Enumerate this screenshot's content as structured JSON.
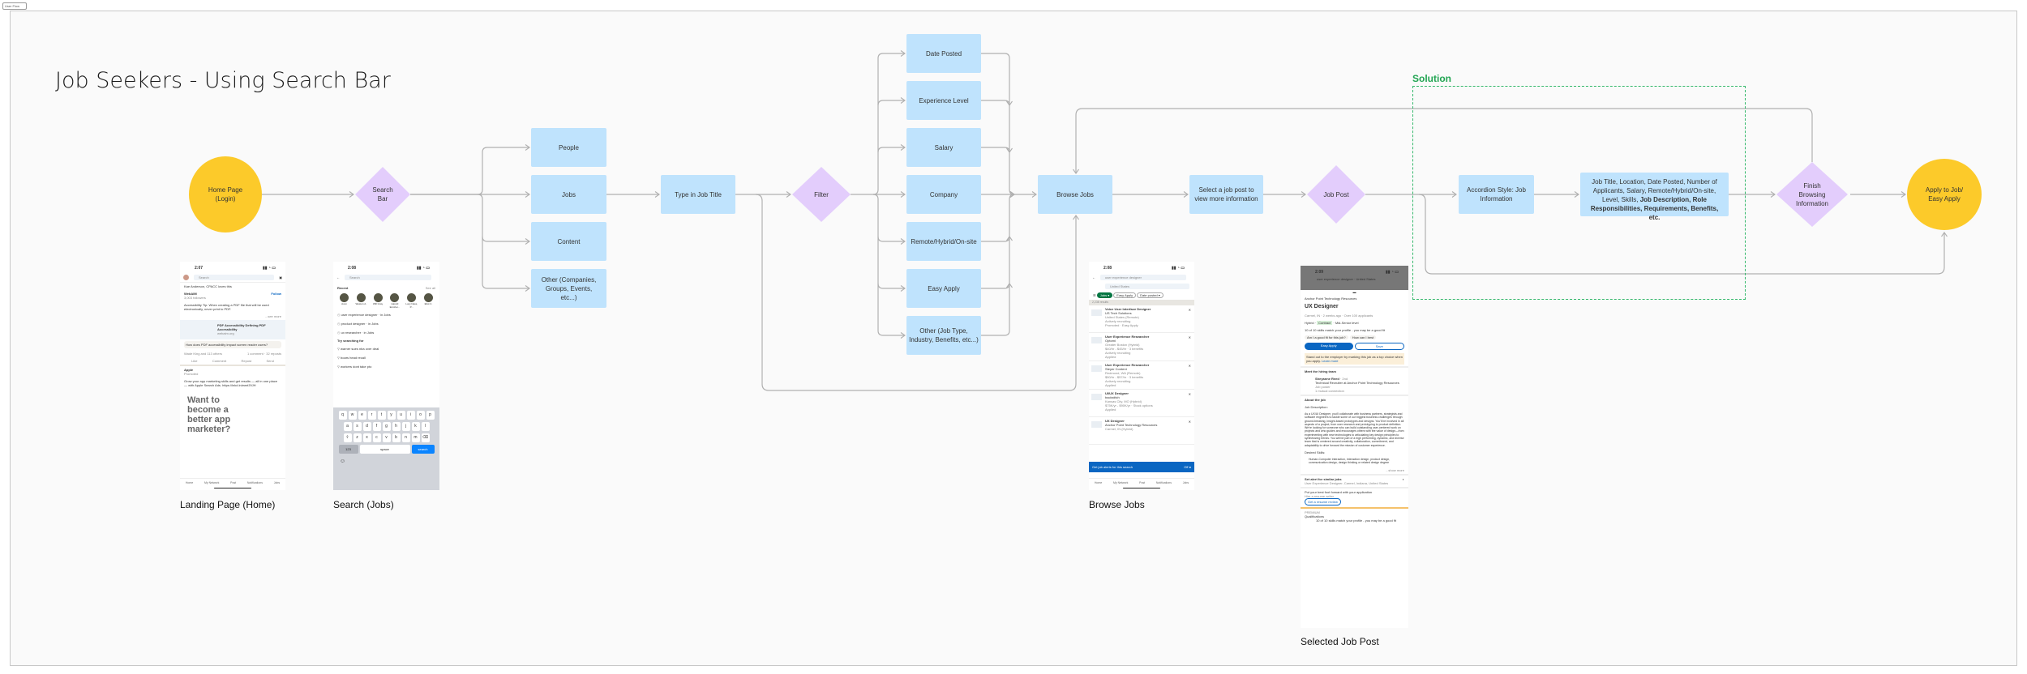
{
  "tag": "User Flow",
  "title": "Job Seekers - Using Search Bar",
  "solution_label": "Solution",
  "colors": {
    "process": "#bfe3fd",
    "decision": "#e3cdfc",
    "terminal": "#fcca2a",
    "solution": "#35b86b",
    "connector": "#b0b0b0"
  },
  "nodes": {
    "home": "Home Page (Login)",
    "search_bar": "Search Bar",
    "people": "People",
    "jobs": "Jobs",
    "content": "Content",
    "other_search": "Other (Companies, Groups, Events, etc...)",
    "type_title": "Type in Job Title",
    "filter": "Filter",
    "filters": [
      "Date Posted",
      "Experience Level",
      "Salary",
      "Company",
      "Remote/Hybrid/On-site",
      "Easy Apply",
      "Other (Job Type, Industry, Benefits, etc...)"
    ],
    "browse": "Browse Jobs",
    "select": "Select a job post to view more information",
    "job_post": "Job Post",
    "accordion": "Accordion Style: Job Information",
    "job_info_plain": "Job Title, Location, Date Posted, Number of Applicants, Salary, Remote/Hybrid/On-site, Level, Skills, ",
    "job_info_bold": "Job Description, Role Responsibilities, Requirements, Benefits, etc.",
    "finish": "Finish Browsing Information",
    "apply": "Apply to Job/ Easy Apply"
  },
  "screens": {
    "landing": {
      "label": "Landing Page (Home)",
      "time": "2:07",
      "search": "Search",
      "actor": "Kae Anderson, CPACC loves this",
      "org": "WebAIM",
      "followers": "3,003 followers",
      "follow": "Follow",
      "post": "Accessibility Tip: When creating a PDF file that will be used electronically, never print to PDF.",
      "see_more": "...see more",
      "link_title": "PDF Accessibility Defining PDF Accessibility",
      "link_domain": "webaim.org",
      "prompt": "How does PDF accessibility impact screen reader users?",
      "reactions": "Wade King and 113 others",
      "stats": "1 comment · 32 reposts",
      "actions": [
        "Like",
        "Comment",
        "Repost",
        "Send"
      ],
      "ad_org": "Apple",
      "promoted": "Promoted",
      "ad_text": "Grow your app marketing skills and get results — all in one place — with Apple Search Ads. https://lnkd.in/ewrfJ9JH",
      "ad_headline": "Want to become a better app marketer?",
      "nav": [
        "Home",
        "My Network",
        "Post",
        "Notifications",
        "Jobs"
      ]
    },
    "search": {
      "label": "Search (Jobs)",
      "time": "2:08",
      "search": "Search",
      "recent": "Recent",
      "see_all": "See all",
      "people": [
        "Axon",
        "Weston A.",
        "Will Gray",
        "Harold Emshei...",
        "Lucy Nass, P...",
        "Eliot C."
      ],
      "recent_items": [
        "user experience designer · in Jobs",
        "product designer · in Jobs",
        "ux researcher · in Jobs"
      ],
      "try": "Try searching for",
      "suggestions": [
        "warner sues nba over deal",
        "boars head recall",
        "workers dont take pto"
      ],
      "keys": [
        [
          "q",
          "w",
          "e",
          "r",
          "t",
          "y",
          "u",
          "i",
          "o",
          "p"
        ],
        [
          "a",
          "s",
          "d",
          "f",
          "g",
          "h",
          "j",
          "k",
          "l"
        ],
        [
          "⇧",
          "z",
          "x",
          "c",
          "v",
          "b",
          "n",
          "m",
          "⌫"
        ]
      ],
      "key_123": "123",
      "key_space": "space",
      "key_search": "search"
    },
    "browse": {
      "label": "Browse Jobs",
      "time": "2:08",
      "query": "user experience designer",
      "location": "United States",
      "chips": [
        "Jobs ▾",
        "Easy Apply",
        "Date posted ▾"
      ],
      "results": "2,238 results",
      "jobs": [
        {
          "title": "Voice User Interface Designer",
          "company": "US Tech Solutions",
          "loc": "United States (Remote)",
          "pay": "",
          "status": "Actively recruiting",
          "foot": "Promoted · Easy Apply"
        },
        {
          "title": "User Experience Researcher",
          "company": "Optomi",
          "loc": "Greater Boston (Hybrid)",
          "pay": "$40/hr - $45/hr · 3 benefits",
          "status": "Actively recruiting",
          "foot": "Applied"
        },
        {
          "title": "User Experience Researcher",
          "company": "Steyer Content",
          "loc": "Redmond, WA (Remote)",
          "pay": "$50/hr - $57/hr · 3 benefits",
          "status": "Actively recruiting",
          "foot": "Applied"
        },
        {
          "title": "UI/UX Designer",
          "company": "backstitch",
          "loc": "Kansas City, MO (Hybrid)",
          "pay": "$75K/yr - $90K/yr · Stock options",
          "status": "",
          "foot": "Applied"
        },
        {
          "title": "UX Designer",
          "company": "Anchor Point Technology Resources",
          "loc": "Carmel, IN (Hybrid)",
          "pay": "",
          "status": "",
          "foot": ""
        }
      ],
      "alert": "Get job alerts for this search",
      "alert_state": "Off",
      "nav": [
        "Home",
        "My Network",
        "Post",
        "Notifications",
        "Jobs"
      ]
    },
    "job": {
      "label": "Selected Job Post",
      "time": "2:09",
      "query": "user experience designer · United States",
      "company": "Anchor Point Technology Resources",
      "title": "UX Designer",
      "meta": "Carmel, IN · 2 weeks ago · Over 100 applicants",
      "type1": "Hybrid",
      "type2": "Contract",
      "type3": "Mid-Senior level",
      "skills": "10 of 10 skills match your profile - you may be a good fit",
      "ai1": "Am I a good fit for this job?",
      "ai2": "How can I best",
      "easy_apply": "Easy Apply",
      "save": "Save",
      "standout": "Stand out to the employer by marking this job as a top choice when you apply.",
      "learn_more": "Learn more",
      "team": "Meet the hiring team",
      "recruiter": "Sheyanne Reed",
      "degree": "· 2nd",
      "recruiter_title": "Technical Recruiter at Anchor Point Technology Resources",
      "poster": "Job poster",
      "mutual": "1 mutual connection",
      "about": "About the job",
      "desc_label": "Job Description:",
      "desc": "As a UX/UI Designer, you'll collaborate with business partners, strategists and software engineers to tackle some of our biggest business challenges through ground-breaking, insight-based prototypes and designs. You'll be involved in all aspects of a project, from user research and prototyping to product definition. We're looking for someone who can build outstanding user-centered work on projects and who guides and encourages others with the value of design—from experimenting with new technologies to articulating key design principles to synthesizing trends. You will be part of a high performing, dynamic, and diverse team that is centered around creativity, collaboration, commitment, and adaptability to drive forward the mission of customer experience.",
      "desired_label": "Desired Skills:",
      "desired": "Human-Computer interaction, interaction design, product design, communication design, design thinking or related design degree",
      "show_more": "...show more",
      "alert": "Set alert for similar jobs",
      "alert_sub": "User Experience Designer, Carmel, Indiana, United States",
      "foot": "Put your best foot forward with your application",
      "hire": "Hire a resume writer",
      "review": "Get a resume review",
      "premium": "PREMIUM",
      "quals": "Qualifications",
      "quals_text": "10 of 10 skills match your profile - you may be a good fit"
    }
  }
}
